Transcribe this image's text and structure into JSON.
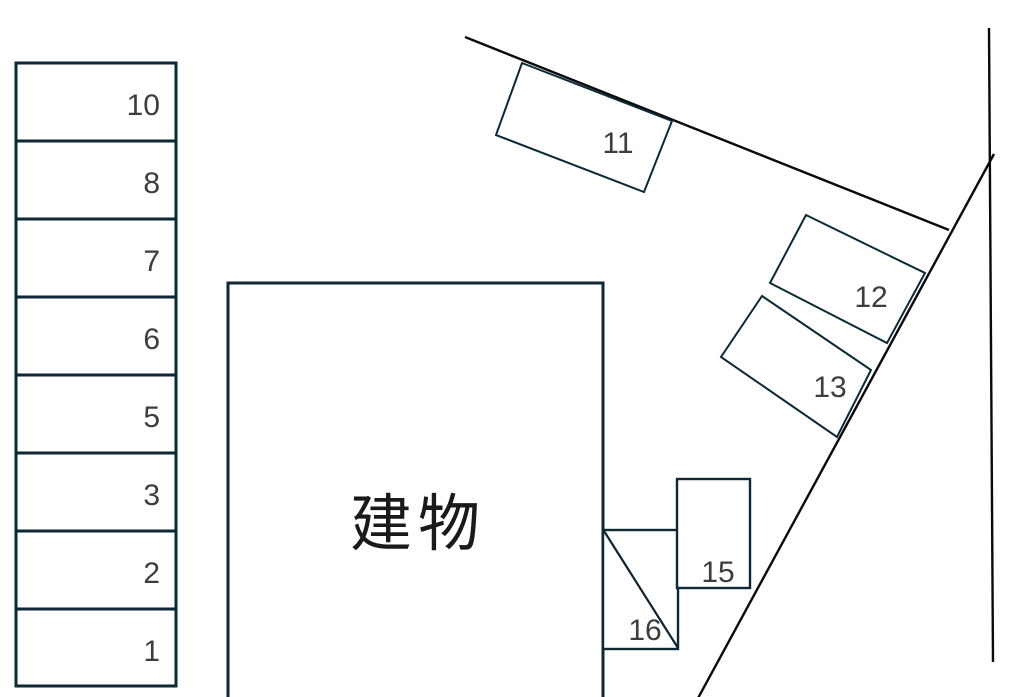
{
  "building": {
    "label": "建物"
  },
  "left_column_stalls": [
    {
      "label": "10"
    },
    {
      "label": "8"
    },
    {
      "label": "7"
    },
    {
      "label": "6"
    },
    {
      "label": "5"
    },
    {
      "label": "3"
    },
    {
      "label": "2"
    },
    {
      "label": "1"
    }
  ],
  "detached_stalls": [
    {
      "label": "11"
    },
    {
      "label": "12"
    },
    {
      "label": "13"
    },
    {
      "label": "15"
    },
    {
      "label": "16"
    }
  ],
  "colors": {
    "stall_border": "#0e2836",
    "road_line": "#0a0a0a",
    "stall_number_text": "#3d3d3d",
    "building_text": "#1a1a1a",
    "background": "#ffffff"
  }
}
